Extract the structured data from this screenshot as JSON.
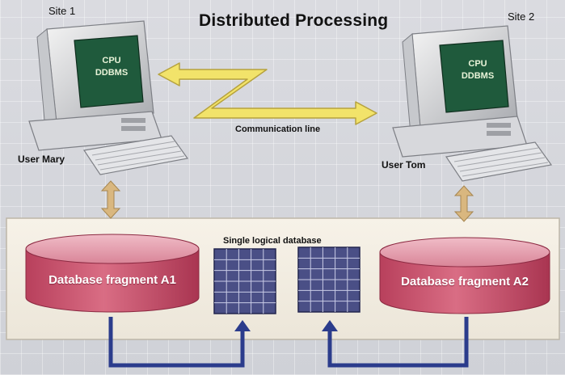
{
  "title": "Distributed Processing",
  "site1": {
    "label": "Site 1",
    "screen_line1": "CPU",
    "screen_line2": "DDBMS",
    "user": "User Mary"
  },
  "site2": {
    "label": "Site 2",
    "screen_line1": "CPU",
    "screen_line2": "DDBMS",
    "user": "User Tom"
  },
  "communication_line": "Communication line",
  "database": {
    "label": "Single logical database",
    "fragment_a1": "Database fragment A1",
    "fragment_a2": "Database fragment A2"
  },
  "colors": {
    "cylinder": "#c95870",
    "grid": "#4a4f86",
    "arrow_blue": "#2b3c8c",
    "arrow_yellow": "#f2e36a",
    "arrow_tan": "#d9b77f",
    "screen": "#1f5a3c"
  }
}
